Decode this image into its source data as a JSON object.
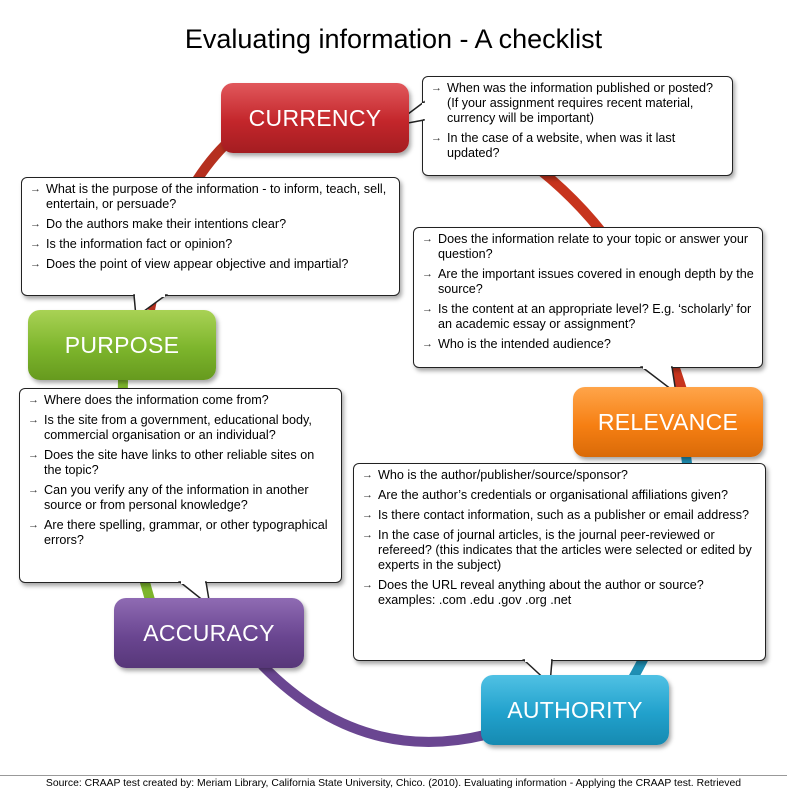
{
  "title": "Evaluating information - A checklist",
  "colors": {
    "currency": "#c3262b",
    "purpose": "#7db52c",
    "relevance": "#f67f13",
    "accuracy": "#6a4691",
    "authority": "#21a1cc"
  },
  "currency": {
    "label": "CURRENCY",
    "items": [
      "When was the information published or posted? (If your assignment requires recent material, currency will be important)",
      "In the case of a website, when was it last updated?"
    ]
  },
  "purpose": {
    "label": "PURPOSE",
    "items": [
      "What is the purpose of the information - to inform, teach, sell, entertain, or persuade?",
      "Do the authors make their intentions clear?",
      "Is the information fact or opinion?",
      "Does the point of view appear objective and impartial?"
    ]
  },
  "relevance": {
    "label": "RELEVANCE",
    "items": [
      "Does the information relate to your topic or answer your question?",
      "Are the important issues covered in enough depth by the source?",
      "Is the content at an appropriate level? E.g. ‘scholarly’ for an academic essay or assignment?",
      "Who is the intended audience?"
    ]
  },
  "accuracy": {
    "label": "ACCURACY",
    "items": [
      "Where does the information come from?",
      "Is the site from a government, educational body, commercial organisation or an individual?",
      "Does the site have links to other reliable sites on the topic?",
      "Can you verify any of the information in another source or from personal knowledge?",
      "Are there spelling, grammar, or other typographical errors?"
    ]
  },
  "authority": {
    "label": "AUTHORITY",
    "items": [
      "Who is the author/publisher/source/sponsor?",
      "Are the author’s credentials or organisational affiliations given?",
      "Is there contact information, such as a publisher or email address?",
      "In the case of journal articles, is the journal peer-reviewed or refereed? (this indicates that the articles were selected or edited by experts in the subject)",
      "Does the URL reveal anything about the author or source? examples: .com .edu .gov .org .net"
    ]
  },
  "source": "Source: CRAAP test created by: Meriam Library, California State University, Chico. (2010). Evaluating information - Applying the CRAAP test. Retrieved"
}
